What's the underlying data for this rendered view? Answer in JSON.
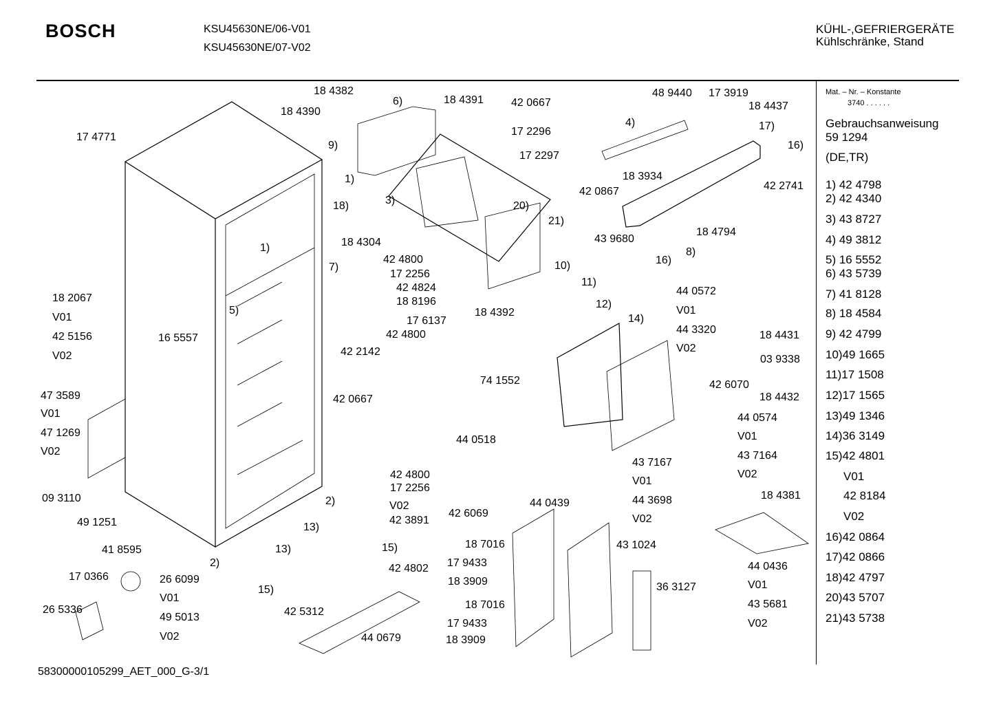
{
  "header": {
    "brand": "BOSCH",
    "models": [
      "KSU45630NE/06-V01",
      "KSU45630NE/07-V02"
    ],
    "category": [
      "KÜHL-,GEFRIERGERÄTE",
      "Kühlschränke, Stand"
    ]
  },
  "sidebar": {
    "mat_label": "Mat. – Nr. – Konstante",
    "mat_value": "3740 . . . . . .",
    "manual_title": "Gebrauchsanweisung",
    "manual_number": "59 1294",
    "manual_lang": "(DE,TR)",
    "parts": [
      "1)  42 4798",
      "2)  42 4340",
      "3)  43 8727",
      "4)  49 3812",
      "5)  16 5552",
      "6)  43 5739",
      "7)  41 8128",
      "8)  18 4584",
      "9)  42 4799",
      "10)49 1665",
      "11)17 1508",
      "12)17 1565",
      "13)49 1346",
      "14)36 3149",
      "15)42 4801",
      "V01",
      "42 8184",
      "V02",
      "16)42 0864",
      "17)42 0866",
      "18)42 4797",
      "20)43 5707",
      "21)43 5738"
    ]
  },
  "labels": [
    "18 4382",
    "18 4390",
    "6)",
    "18 4391",
    "42 0667",
    "17 2296",
    "17 2297",
    "48 9440",
    "17 3919",
    "18 4437",
    "4)",
    "17)",
    "16)",
    "17 4771",
    "9)",
    "1)",
    "18)",
    "3)",
    "20)",
    "21)",
    "18 3934",
    "42 0867",
    "42 2741",
    "18 4304",
    "43 9680",
    "18 4794",
    "16)",
    "8)",
    "1)",
    "7)",
    "42 4800",
    "17 2256",
    "42 4824",
    "10)",
    "11)",
    "18 2067",
    "V01",
    "42 5156",
    "V02",
    "5)",
    "18 8196",
    "12)",
    "16 5557",
    "17 6137",
    "18 4392",
    "14)",
    "44 0572",
    "V01",
    "42 4800",
    "44 3320",
    "V02",
    "18 4431",
    "42 2142",
    "03 9338",
    "74 1552",
    "42 6070",
    "18 4432",
    "42 0667",
    "47 3589",
    "V01",
    "47 1269",
    "V02",
    "44 0574",
    "V01",
    "44 0518",
    "43 7164",
    "V02",
    "43 7167",
    "V01",
    "42 4800",
    "17 2256",
    "09 3110",
    "44 3698",
    "V02",
    "18 4381",
    "2)",
    "V02",
    "42 6069",
    "44 0439",
    "42 3891",
    "49 1251",
    "13)",
    "15)",
    "13)",
    "18 7016",
    "43 1024",
    "41 8595",
    "42 4802",
    "2)",
    "17 9433",
    "44 0436",
    "17 0366",
    "26 6099",
    "18 3909",
    "36 3127",
    "V01",
    "15)",
    "V01",
    "26 5336",
    "49 5013",
    "18 7016",
    "43 5681",
    "42 5312",
    "17 9433",
    "V02",
    "44 0679",
    "18 3909",
    "V02"
  ],
  "footer": {
    "code": "58300000105299_AET_000_G-3/1"
  }
}
